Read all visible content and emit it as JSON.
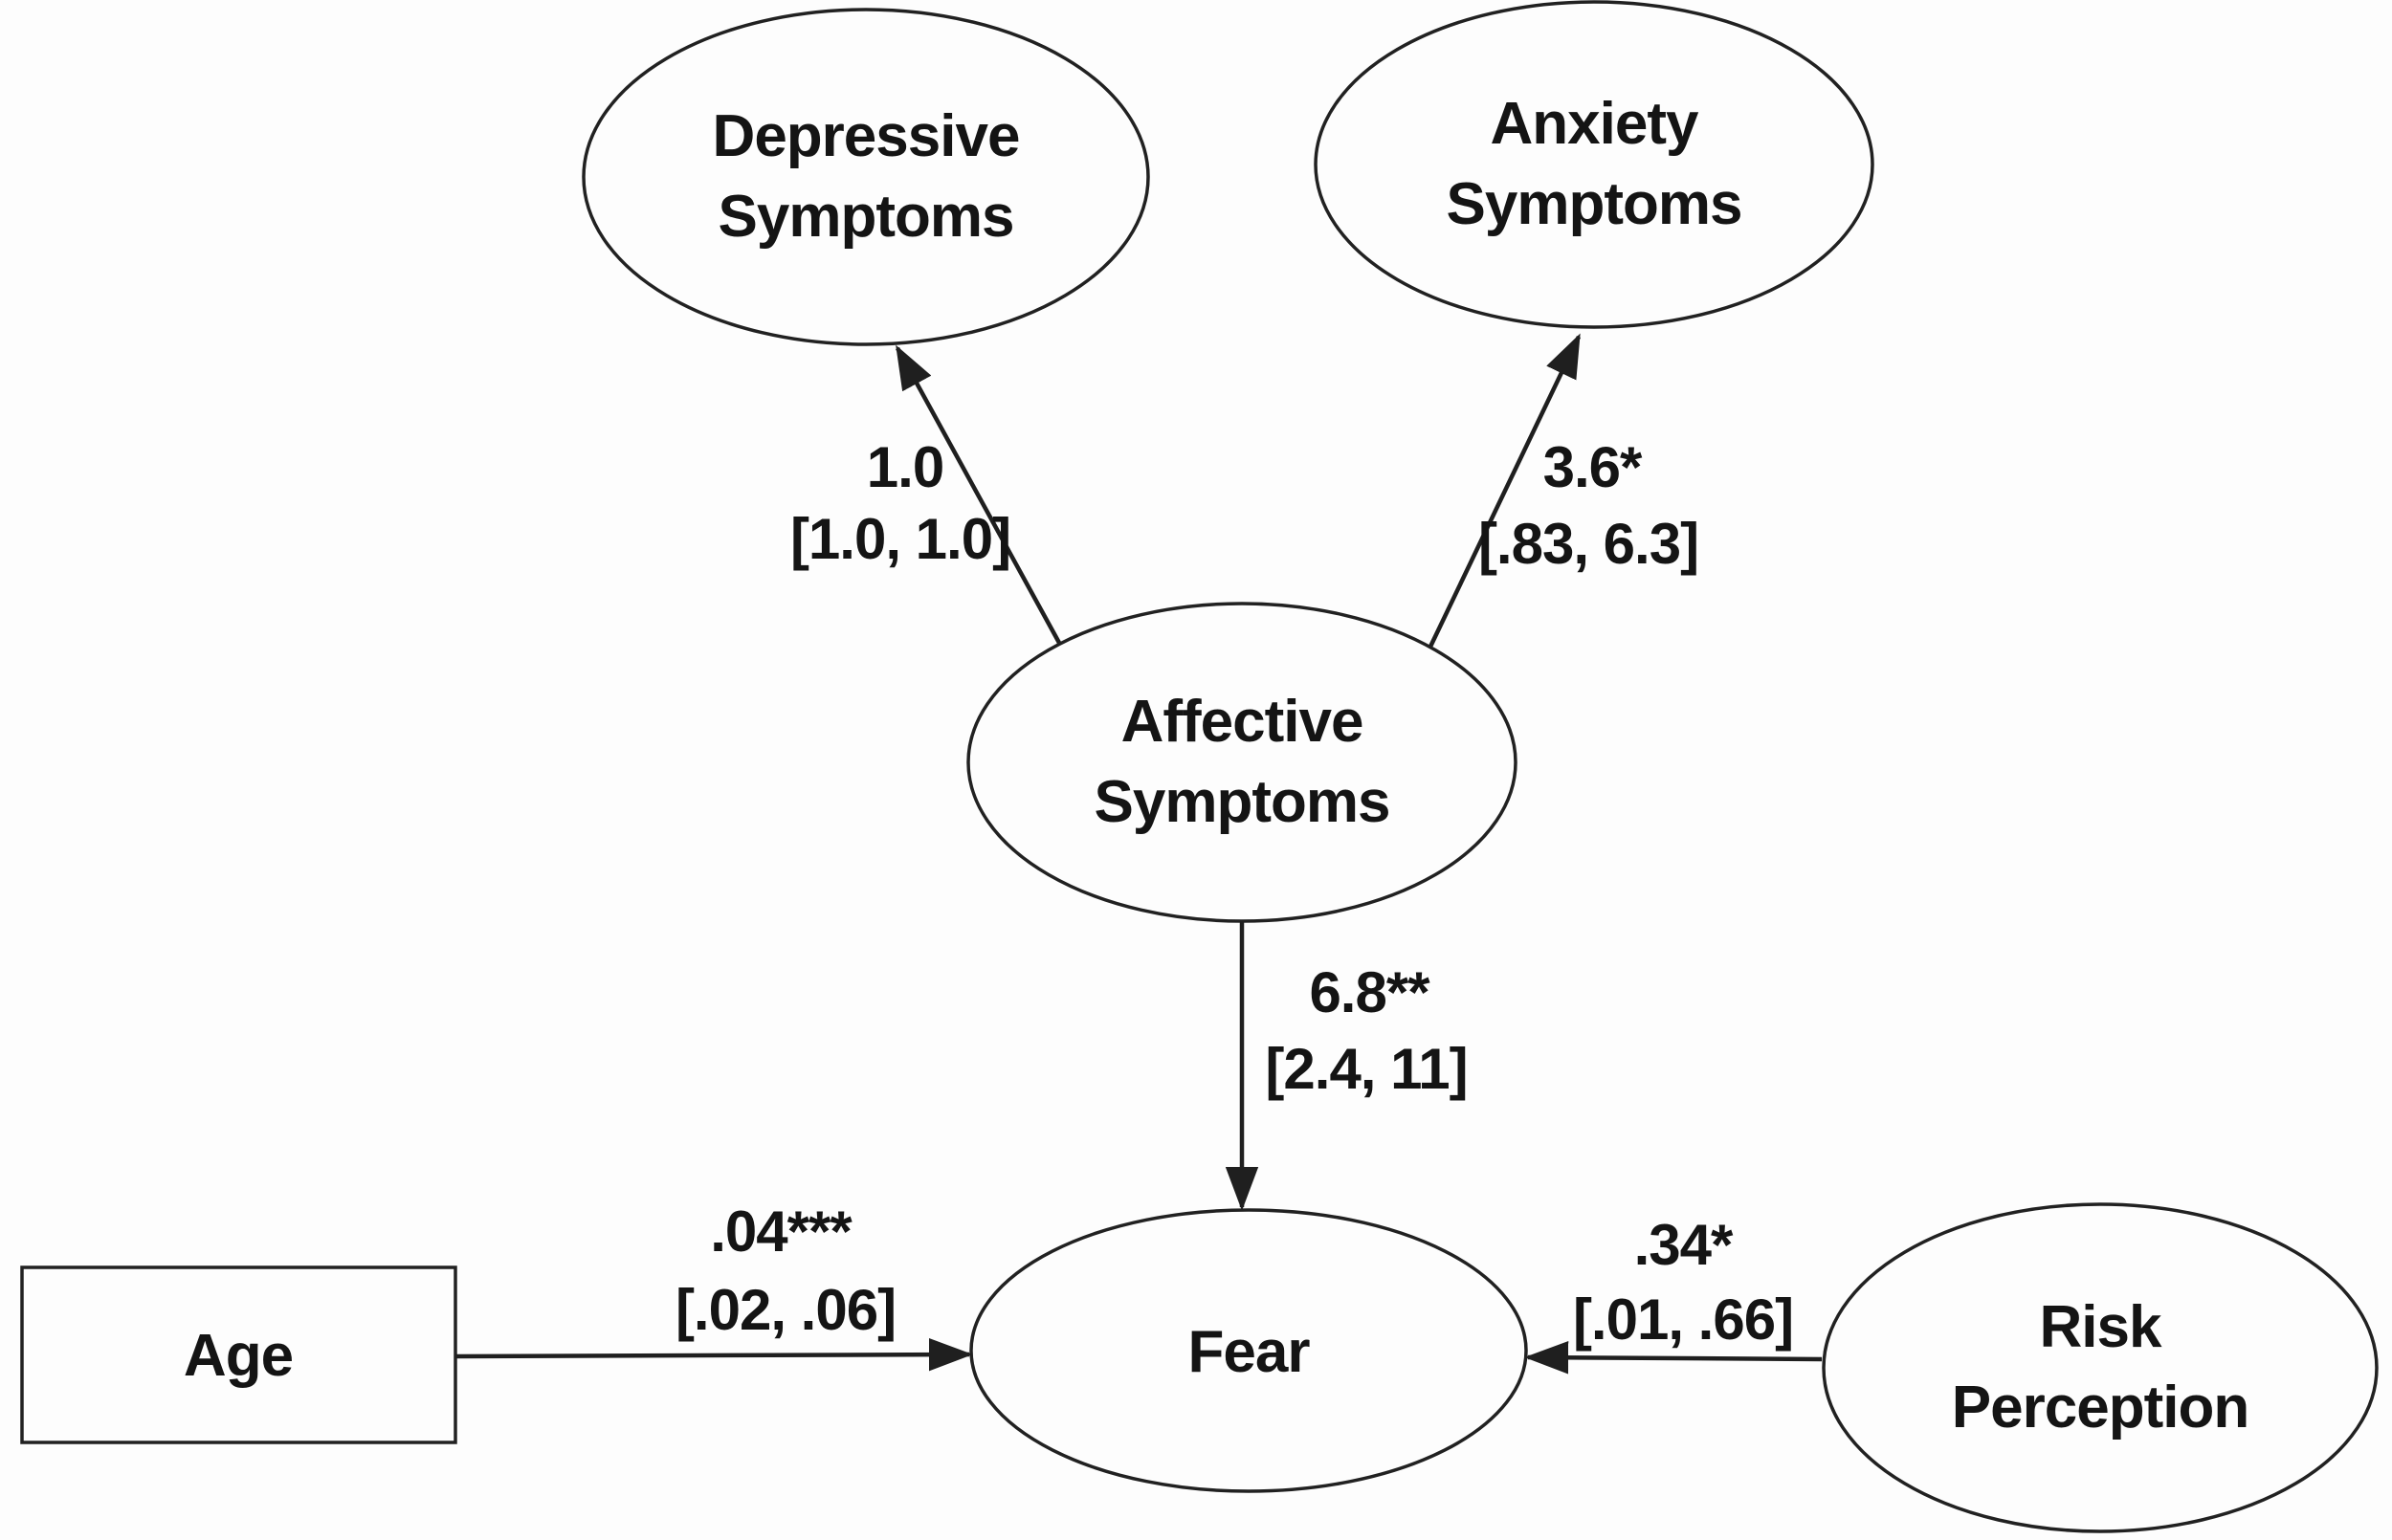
{
  "figure": {
    "description": "Structural equation path model predicting Fear",
    "background": "#fdfdfd",
    "ink_color": "#1a1a1a"
  },
  "nodes": {
    "depressive": {
      "shape": "ellipse",
      "label": "Depressive Symptoms",
      "line1": "Depressive",
      "line2": "Symptoms"
    },
    "anxiety": {
      "shape": "ellipse",
      "label": "Anxiety Symptoms",
      "line1": "Anxiety",
      "line2": "Symptoms"
    },
    "affective": {
      "shape": "ellipse",
      "label": "Affective Symptoms",
      "line1": "Affective",
      "line2": "Symptoms"
    },
    "fear": {
      "shape": "ellipse",
      "label": "Fear"
    },
    "age": {
      "shape": "rectangle",
      "label": "Age"
    },
    "risk": {
      "shape": "ellipse",
      "label": "Risk Perception",
      "line1": "Risk",
      "line2": "Perception"
    }
  },
  "edges": [
    {
      "from": "Affective Symptoms",
      "to": "Depressive Symptoms",
      "coefficient": "1.0",
      "ci": "[1.0, 1.0]"
    },
    {
      "from": "Affective Symptoms",
      "to": "Anxiety Symptoms",
      "coefficient": "3.6*",
      "ci": "[.83, 6.3]"
    },
    {
      "from": "Affective Symptoms",
      "to": "Fear",
      "coefficient": "6.8**",
      "ci": "[2.4, 11]"
    },
    {
      "from": "Age",
      "to": "Fear",
      "coefficient": ".04***",
      "ci": "[.02, .06]"
    },
    {
      "from": "Risk Perception",
      "to": "Fear",
      "coefficient": ".34*",
      "ci": "[.01, .66]"
    }
  ]
}
